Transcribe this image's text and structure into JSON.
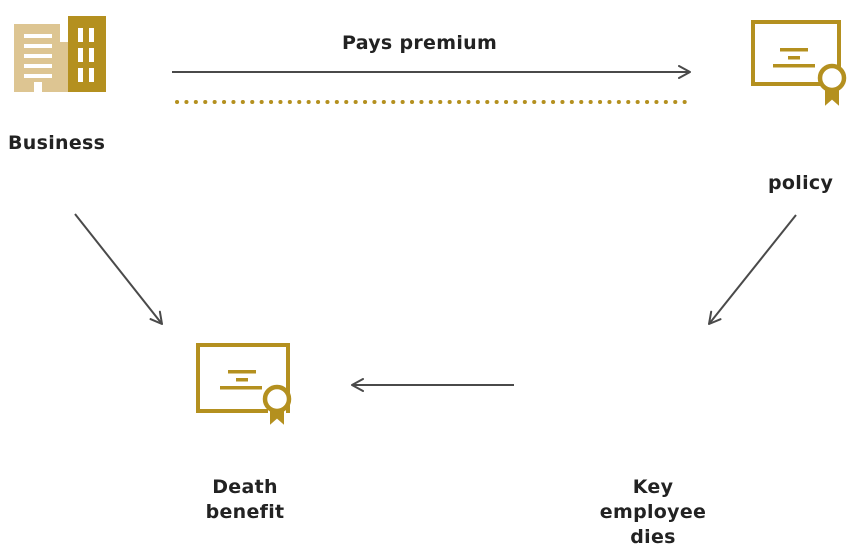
{
  "colors": {
    "gold": "#B4901F",
    "gold_light": "#DDC592",
    "arrow": "#4A4A4A",
    "text": "#222222"
  },
  "icons": {
    "business": "office-building-icon",
    "policy": "certificate-icon",
    "death_benefit": "certificate-icon"
  },
  "nodes": {
    "business": {
      "label": "Business"
    },
    "policy": {
      "label": "policy"
    },
    "death_benefit": {
      "line1": "Death",
      "line2": "benefit"
    },
    "key_employee": {
      "line1": "Key",
      "line2": "employee",
      "line3": "dies"
    }
  },
  "edges": {
    "pays_premium": {
      "label": "Pays premium"
    }
  }
}
